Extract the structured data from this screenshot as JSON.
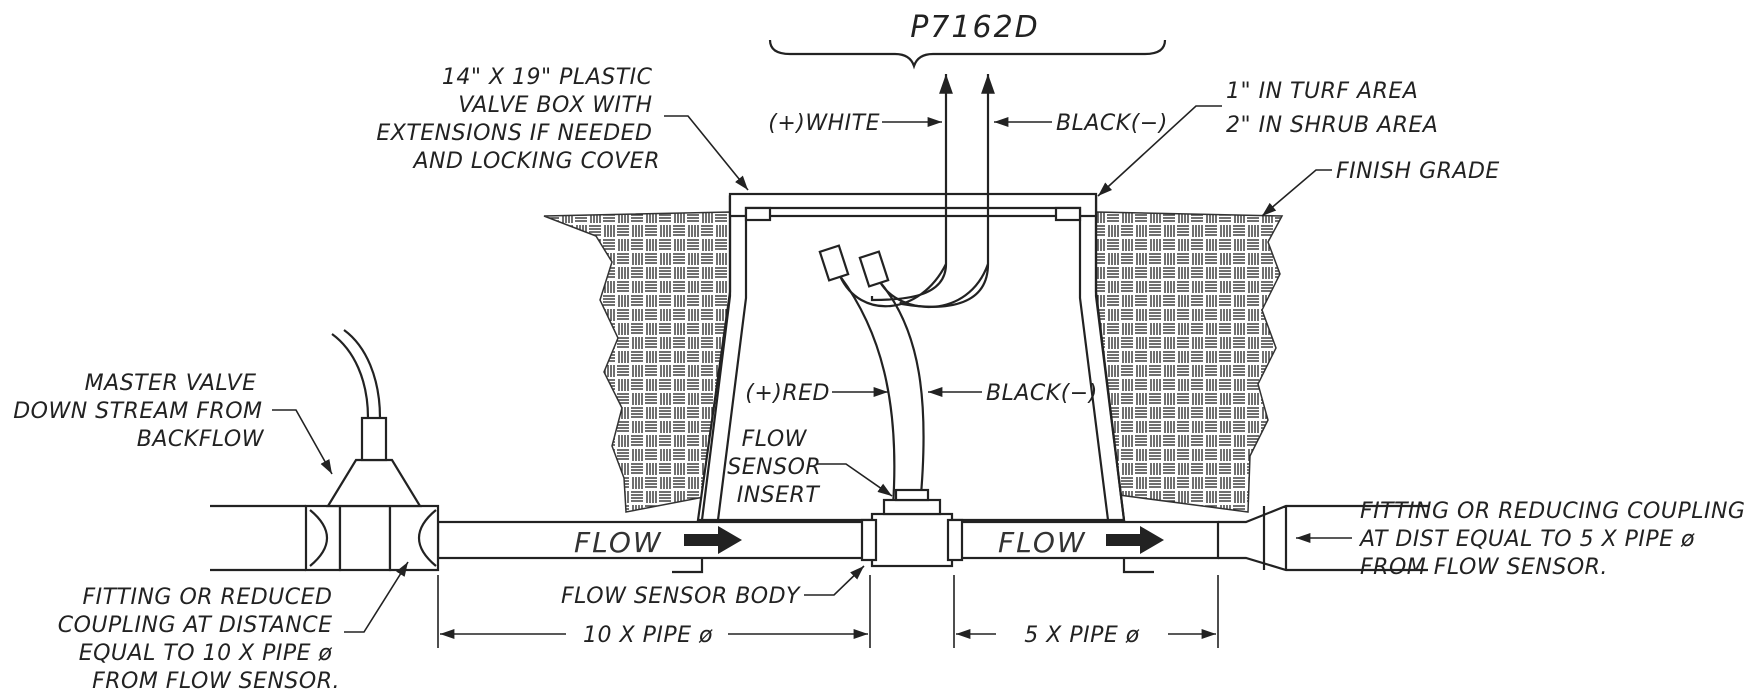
{
  "controller_label": "P7162D",
  "wires_top": {
    "white": "(+)WHITE",
    "black": "BLACK(−)"
  },
  "wires_sensor": {
    "red": "(+)RED",
    "black": "BLACK(−)"
  },
  "valve_box": {
    "lines": [
      "14\" X 19\" PLASTIC",
      "VALVE BOX WITH",
      "EXTENSIONS IF NEEDED",
      "AND LOCKING COVER"
    ]
  },
  "depth": {
    "lines": [
      "1\" IN TURF AREA",
      "2\" IN SHRUB AREA"
    ]
  },
  "finish_grade": "FINISH GRADE",
  "master_valve": {
    "lines": [
      "MASTER VALVE",
      "DOWN STREAM FROM",
      "BACKFLOW"
    ]
  },
  "flow_sensor_insert": {
    "lines": [
      "FLOW",
      "SENSOR",
      "INSERT"
    ]
  },
  "flow_sensor_body": "FLOW SENSOR BODY",
  "flow_left": "FLOW",
  "flow_right": "FLOW",
  "fitting_left": {
    "lines": [
      "FITTING OR REDUCED",
      "COUPLING AT DISTANCE",
      "EQUAL TO 10 X PIPE ø",
      "FROM FLOW SENSOR."
    ]
  },
  "fitting_right": {
    "lines": [
      "FITTING OR REDUCING COUPLING",
      "AT DIST EQUAL TO 5 X PIPE ø",
      "FROM FLOW SENSOR."
    ]
  },
  "dim_upstream": "10 X PIPE ø",
  "dim_downstream": "5 X PIPE ø"
}
